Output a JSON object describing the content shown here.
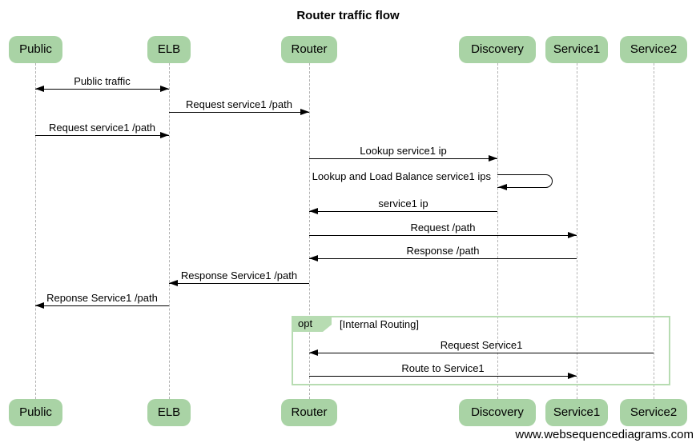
{
  "title": "Router traffic flow",
  "diagram_type": "sequence",
  "watermark": "www.websequencediagrams.com",
  "actors": [
    {
      "name": "Public"
    },
    {
      "name": "ELB"
    },
    {
      "name": "Router"
    },
    {
      "name": "Discovery"
    },
    {
      "name": "Service1"
    },
    {
      "name": "Service2"
    }
  ],
  "messages": [
    {
      "from": "Public",
      "to": "ELB",
      "label": "Public traffic",
      "arrow": "both"
    },
    {
      "from": "ELB",
      "to": "Router",
      "label": "Request service1 /path",
      "arrow": "right"
    },
    {
      "from": "Public",
      "to": "ELB",
      "label": "Request service1 /path",
      "arrow": "right"
    },
    {
      "from": "Router",
      "to": "Discovery",
      "label": "Lookup service1 ip",
      "arrow": "right"
    },
    {
      "from": "Discovery",
      "to": "Discovery",
      "label": "Lookup and Load Balance service1 ips",
      "arrow": "self"
    },
    {
      "from": "Discovery",
      "to": "Router",
      "label": "service1 ip",
      "arrow": "left"
    },
    {
      "from": "Router",
      "to": "Service1",
      "label": "Request /path",
      "arrow": "right"
    },
    {
      "from": "Service1",
      "to": "Router",
      "label": "Response /path",
      "arrow": "left"
    },
    {
      "from": "Router",
      "to": "ELB",
      "label": "Response Service1 /path",
      "arrow": "left"
    },
    {
      "from": "ELB",
      "to": "Public",
      "label": "Reponse Service1 /path",
      "arrow": "left"
    },
    {
      "from": "Service2",
      "to": "Router",
      "label": "Request Service1",
      "arrow": "left"
    },
    {
      "from": "Router",
      "to": "Service1",
      "label": "Route to Service1",
      "arrow": "right"
    }
  ],
  "fragment": {
    "operator": "opt",
    "condition": "[Internal Routing]"
  },
  "colors": {
    "actor_fill": "#a9d3a5",
    "frame_border": "#b7dcb2",
    "lifeline": "#b3b3b3",
    "arrow": "#000000",
    "background": "#ffffff"
  }
}
